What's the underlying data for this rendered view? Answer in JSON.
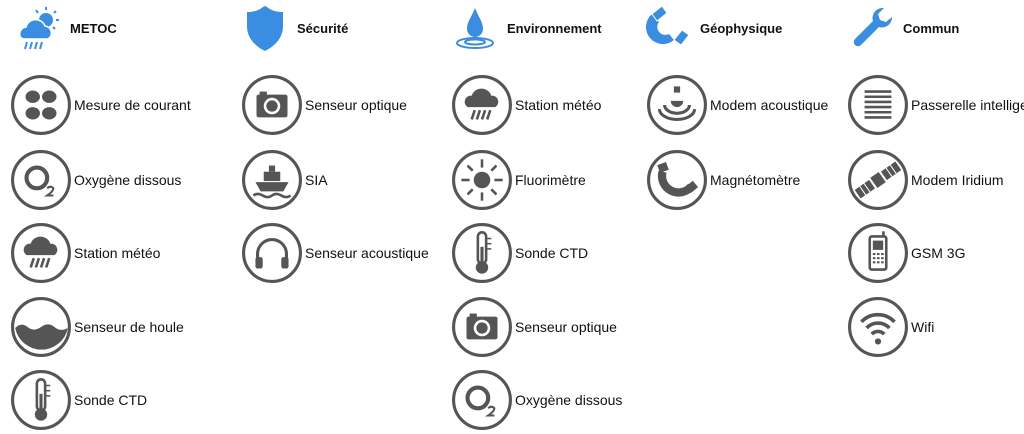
{
  "accent_color": "#3a8de0",
  "icon_color": "#555555",
  "categories": [
    {
      "title": "METOC",
      "icon": "cloud-sun-rain-icon",
      "items": [
        {
          "label": "Mesure de courant",
          "icon": "current"
        },
        {
          "label": "Oxygène dissous",
          "icon": "o2"
        },
        {
          "label": "Station météo",
          "icon": "rain"
        },
        {
          "label": "Senseur de houle",
          "icon": "wave"
        },
        {
          "label": "Sonde CTD",
          "icon": "thermo"
        }
      ]
    },
    {
      "title": "Sécurité",
      "icon": "shield-icon",
      "items": [
        {
          "label": "Senseur optique",
          "icon": "camera"
        },
        {
          "label": "SIA",
          "icon": "ship"
        },
        {
          "label": "Senseur acoustique",
          "icon": "headphones"
        }
      ]
    },
    {
      "title": "Environnement",
      "icon": "water-drop-icon",
      "items": [
        {
          "label": "Station météo",
          "icon": "rain"
        },
        {
          "label": "Fluorimètre",
          "icon": "sun"
        },
        {
          "label": "Sonde CTD",
          "icon": "thermo"
        },
        {
          "label": "Senseur optique",
          "icon": "camera"
        },
        {
          "label": "Oxygène dissous",
          "icon": "o2"
        }
      ]
    },
    {
      "title": "Géophysique",
      "icon": "magnet-icon",
      "items": [
        {
          "label": "Modem acoustique",
          "icon": "sonar"
        },
        {
          "label": "Magnétomètre",
          "icon": "magnet"
        }
      ]
    },
    {
      "title": "Commun",
      "icon": "wrench-icon",
      "items": [
        {
          "label": "Passerelle intelligente",
          "icon": "gateway"
        },
        {
          "label": "Modem Iridium",
          "icon": "satellite"
        },
        {
          "label": "GSM 3G",
          "icon": "phone"
        },
        {
          "label": "Wifi",
          "icon": "wifi"
        }
      ]
    }
  ]
}
